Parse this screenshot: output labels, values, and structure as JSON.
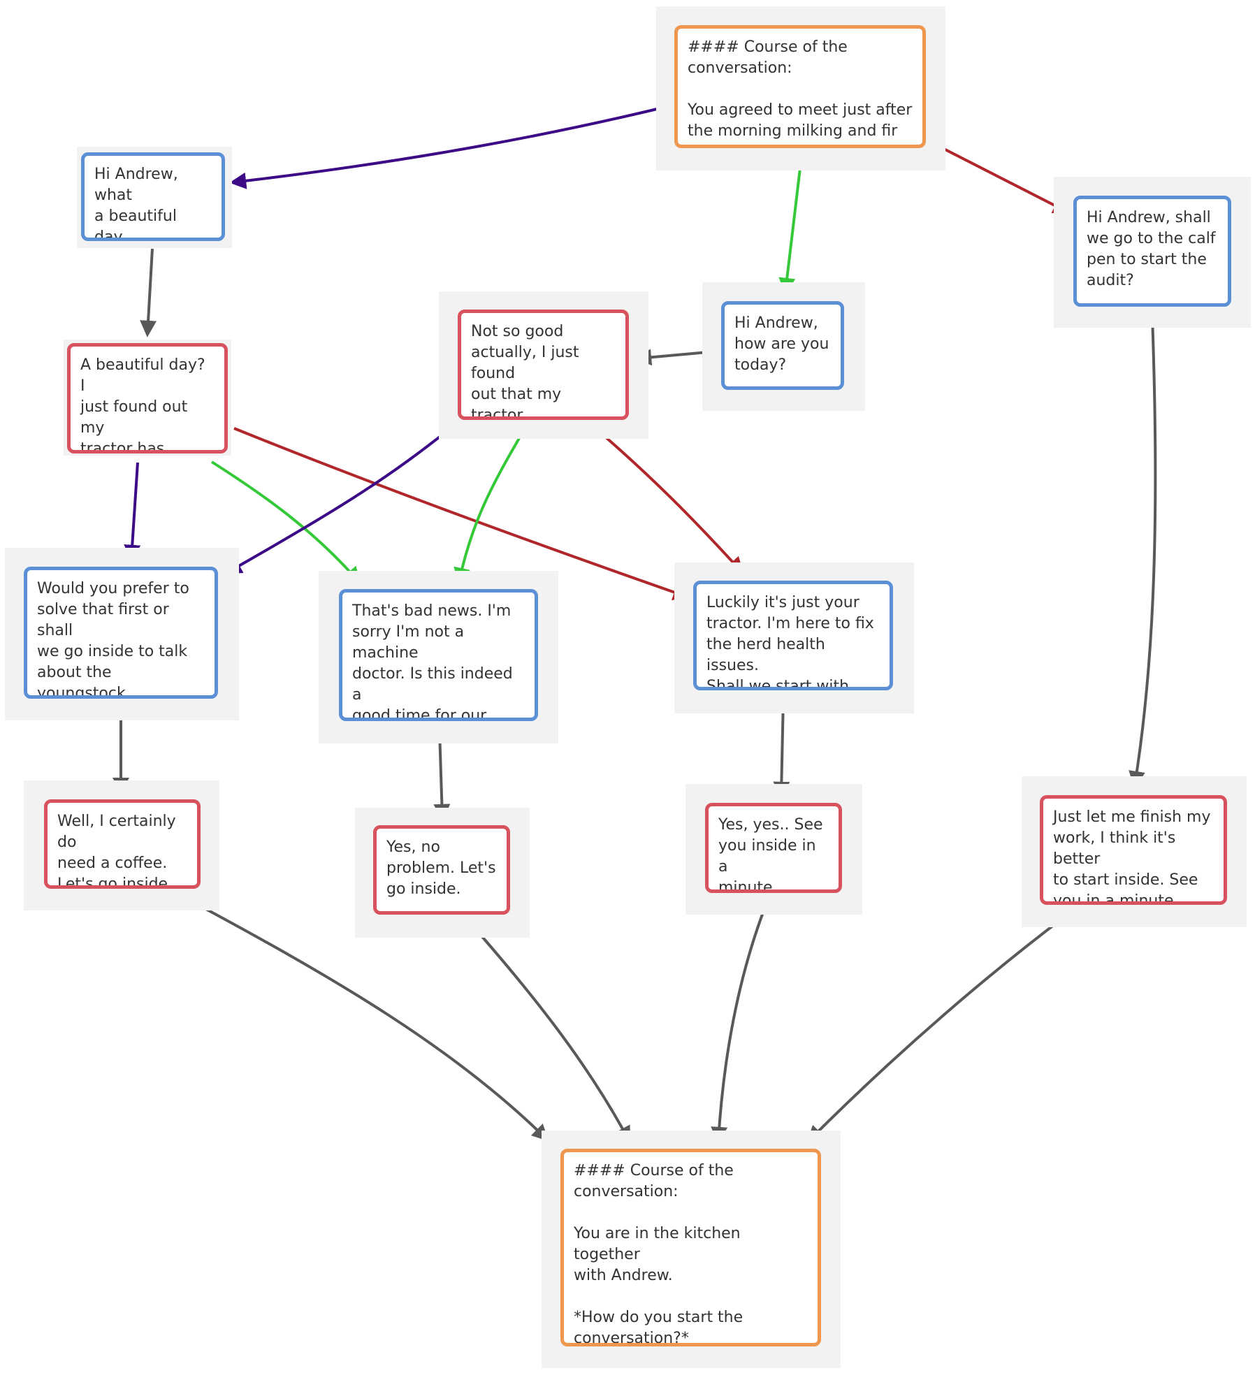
{
  "colors": {
    "blue": "#5b8fd6",
    "red": "#d8525e",
    "orange": "#f0974f",
    "arrow_gray": "#595959",
    "arrow_purple": "#3d0a87",
    "arrow_green": "#35c93a",
    "arrow_darkred": "#b0262a",
    "shadow": "#f2f2f2"
  },
  "nodes": {
    "intro": {
      "text": "#### Course of the\nconversation:\n\nYou agreed to meet just after\nthe morning milking and fir",
      "kind": "orange"
    },
    "greet_day": {
      "text": "Hi Andrew, what\na beautiful day,\nisn't it?",
      "kind": "blue"
    },
    "greet_how": {
      "text": "Hi Andrew,\nhow are you\ntoday?",
      "kind": "blue"
    },
    "greet_calf": {
      "text": "Hi Andrew, shall\nwe go to the calf\npen to start the\naudit?",
      "kind": "blue"
    },
    "reply_day": {
      "text": "A beautiful day? I\njust found out my\ntractor has broken\ndown.",
      "kind": "red"
    },
    "reply_how": {
      "text": "Not so good\nactually, I just found\nout that my tractor\nhas broken down.",
      "kind": "red"
    },
    "opt_solve": {
      "text": "Would you prefer to\nsolve that first or shall\nwe go inside to talk\nabout the youngstock\nmanagement?",
      "kind": "blue"
    },
    "opt_sorry": {
      "text": "That's bad news. I'm\nsorry I'm not a machine\ndoctor. Is this indeed a\ngood time for our\nmeeting?",
      "kind": "blue"
    },
    "opt_lucky": {
      "text": "Luckily it's just your\ntractor. I'm here to fix\nthe herd health issues.\nShall we start with that?",
      "kind": "blue"
    },
    "ans_coffee": {
      "text": "Well, I certainly do\nneed a coffee.\nLet's go inside.",
      "kind": "red"
    },
    "ans_noproblem": {
      "text": "Yes, no\nproblem. Let's\ngo inside.",
      "kind": "red"
    },
    "ans_yes": {
      "text": "Yes, yes.. See\nyou inside in a\nminute.",
      "kind": "red"
    },
    "ans_finish": {
      "text": "Just let me finish my\nwork, I think it's better\nto start inside. See\nyou in a minute.",
      "kind": "red"
    },
    "outro": {
      "text": "#### Course of the\nconversation:\n\nYou are in the kitchen together\nwith Andrew.\n\n*How do you start the\nconversation?*",
      "kind": "orange"
    }
  },
  "edges": [
    {
      "from": "intro",
      "to": "greet_day",
      "color": "purple"
    },
    {
      "from": "intro",
      "to": "greet_how",
      "color": "green"
    },
    {
      "from": "intro",
      "to": "greet_calf",
      "color": "darkred"
    },
    {
      "from": "greet_day",
      "to": "reply_day",
      "color": "gray"
    },
    {
      "from": "greet_how",
      "to": "reply_how",
      "color": "gray"
    },
    {
      "from": "greet_calf",
      "to": "ans_finish",
      "color": "gray"
    },
    {
      "from": "reply_day",
      "to": "opt_solve",
      "color": "purple"
    },
    {
      "from": "reply_day",
      "to": "opt_sorry",
      "color": "green"
    },
    {
      "from": "reply_day",
      "to": "opt_lucky",
      "color": "darkred"
    },
    {
      "from": "reply_how",
      "to": "opt_solve",
      "color": "purple"
    },
    {
      "from": "reply_how",
      "to": "opt_sorry",
      "color": "green"
    },
    {
      "from": "reply_how",
      "to": "opt_lucky",
      "color": "darkred"
    },
    {
      "from": "opt_solve",
      "to": "ans_coffee",
      "color": "gray"
    },
    {
      "from": "opt_sorry",
      "to": "ans_noproblem",
      "color": "gray"
    },
    {
      "from": "opt_lucky",
      "to": "ans_yes",
      "color": "gray"
    },
    {
      "from": "ans_coffee",
      "to": "outro",
      "color": "gray"
    },
    {
      "from": "ans_noproblem",
      "to": "outro",
      "color": "gray"
    },
    {
      "from": "ans_yes",
      "to": "outro",
      "color": "gray"
    },
    {
      "from": "ans_finish",
      "to": "outro",
      "color": "gray"
    }
  ]
}
